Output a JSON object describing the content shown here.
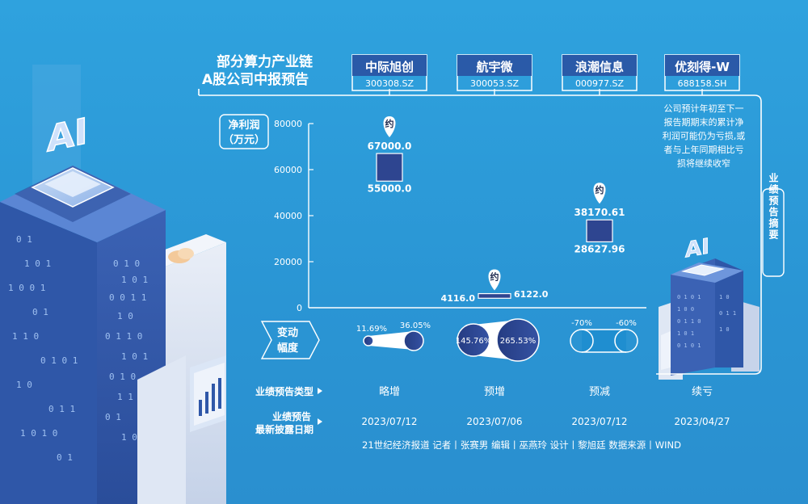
{
  "header": {
    "title_line1": "部分算力产业链",
    "title_line2": "A股公司中报预告"
  },
  "companies": [
    {
      "name": "中际旭创",
      "code": "300308.SZ"
    },
    {
      "name": "航宇微",
      "code": "300053.SZ"
    },
    {
      "name": "浪潮信息",
      "code": "000977.SZ"
    },
    {
      "name": "优刻得-W",
      "code": "688158.SH"
    }
  ],
  "axis": {
    "ylabel_line1": "净利润",
    "ylabel_line2": "（万元）",
    "ticks": [
      "80000",
      "60000",
      "40000",
      "20000",
      "0"
    ]
  },
  "approx_marker": "约",
  "note": {
    "lines": [
      "公司预计年初至下一",
      "报告期期末的累计净",
      "利润可能仍为亏损,或",
      "者与上年同期相比亏",
      "损将继续收窄"
    ]
  },
  "side_label": "业绩预告摘要",
  "change": {
    "label_line1": "变动",
    "label_line2": "幅度",
    "items": [
      {
        "low": "11.69%",
        "high": "36.05%"
      },
      {
        "low": "145.76%",
        "high": "265.53%"
      },
      {
        "low": "-70%",
        "high": "-60%"
      }
    ]
  },
  "forecast_type": {
    "label": "业绩预告类型",
    "values": [
      "略增",
      "预增",
      "预减",
      "续亏"
    ]
  },
  "disclosure_date": {
    "label_line1": "业绩预告",
    "label_line2": "最新披露日期",
    "values": [
      "2023/07/12",
      "2023/07/06",
      "2023/07/12",
      "2023/04/27"
    ]
  },
  "credits": "21世纪经济报道  记者丨张赛男   编辑丨巫燕玲  设计丨黎旭廷  数据来源丨WIND",
  "art": {
    "building_badge": "AI"
  },
  "colors": {
    "background": "#2b9ad8",
    "bar_fill": "#2e4590",
    "bubble_fill": "#2f4a94",
    "panel_line": "#ffffff"
  },
  "chart_data": {
    "type": "bar",
    "ylabel": "净利润（万元）",
    "ylim": [
      0,
      80000
    ],
    "categories": [
      "中际旭创",
      "航宇微",
      "浪潮信息",
      "优刻得-W"
    ],
    "ranges": [
      {
        "category": "中际旭创",
        "low": 55000.0,
        "high": 67000.0,
        "low_label": "55000.0",
        "high_label": "67000.0"
      },
      {
        "category": "航宇微",
        "low": 4116.0,
        "high": 6122.0,
        "low_label": "4116.0",
        "high_label": "6122.0"
      },
      {
        "category": "浪潮信息",
        "low": 28627.96,
        "high": 38170.61,
        "low_label": "28627.96",
        "high_label": "38170.61"
      }
    ]
  }
}
